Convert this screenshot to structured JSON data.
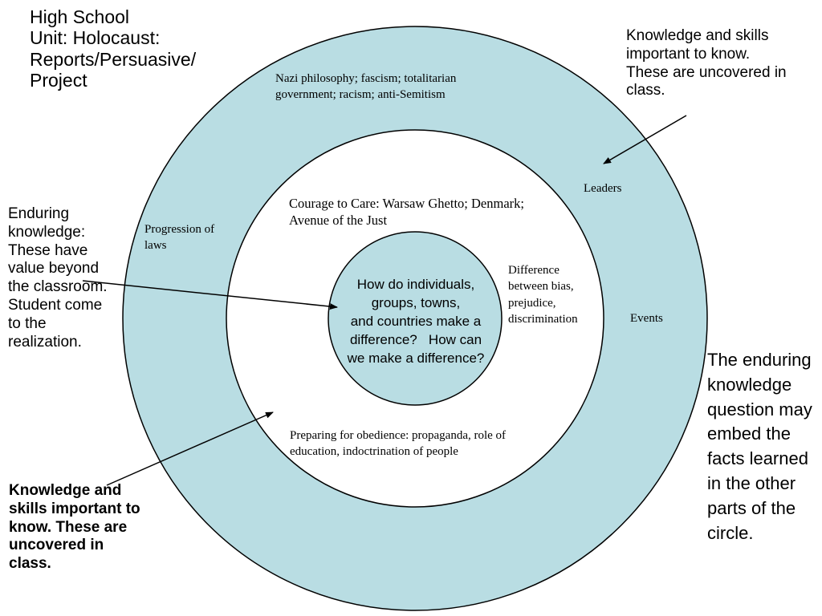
{
  "title_lines": [
    "High School",
    "Unit: Holocaust:",
    "Reports/Persuasive/",
    "Project"
  ],
  "annotations": {
    "top_right": "Knowledge and skills important to know. These are uncovered in class.",
    "left": "Enduring knowledge: These have value beyond the classroom. Student come to the realization.",
    "bottom_left": "Knowledge and skills important to know. These are uncovered in class.",
    "right": "The enduring knowledge question may embed the facts learned in the other parts of the circle."
  },
  "outer_ring": {
    "nazi": "Nazi philosophy; fascism; totalitarian government; racism; anti-Semitism",
    "leaders": "Leaders",
    "laws": "Progression of laws",
    "events": "Events"
  },
  "middle_ring": {
    "courage": "Courage to Care: Warsaw Ghetto; Denmark; Avenue of the Just",
    "difference": "Difference between bias, prejudice, discrimination",
    "obedience": "Preparing for obedience: propaganda, role of education, indoctrination of people"
  },
  "center_question_lines": [
    "How do individuals,",
    "groups, towns,",
    "and countries make a",
    "difference?   How can",
    "we make a difference?"
  ],
  "colors": {
    "ring_fill": "#b9dde3",
    "stroke": "#000000",
    "background": "#ffffff"
  }
}
